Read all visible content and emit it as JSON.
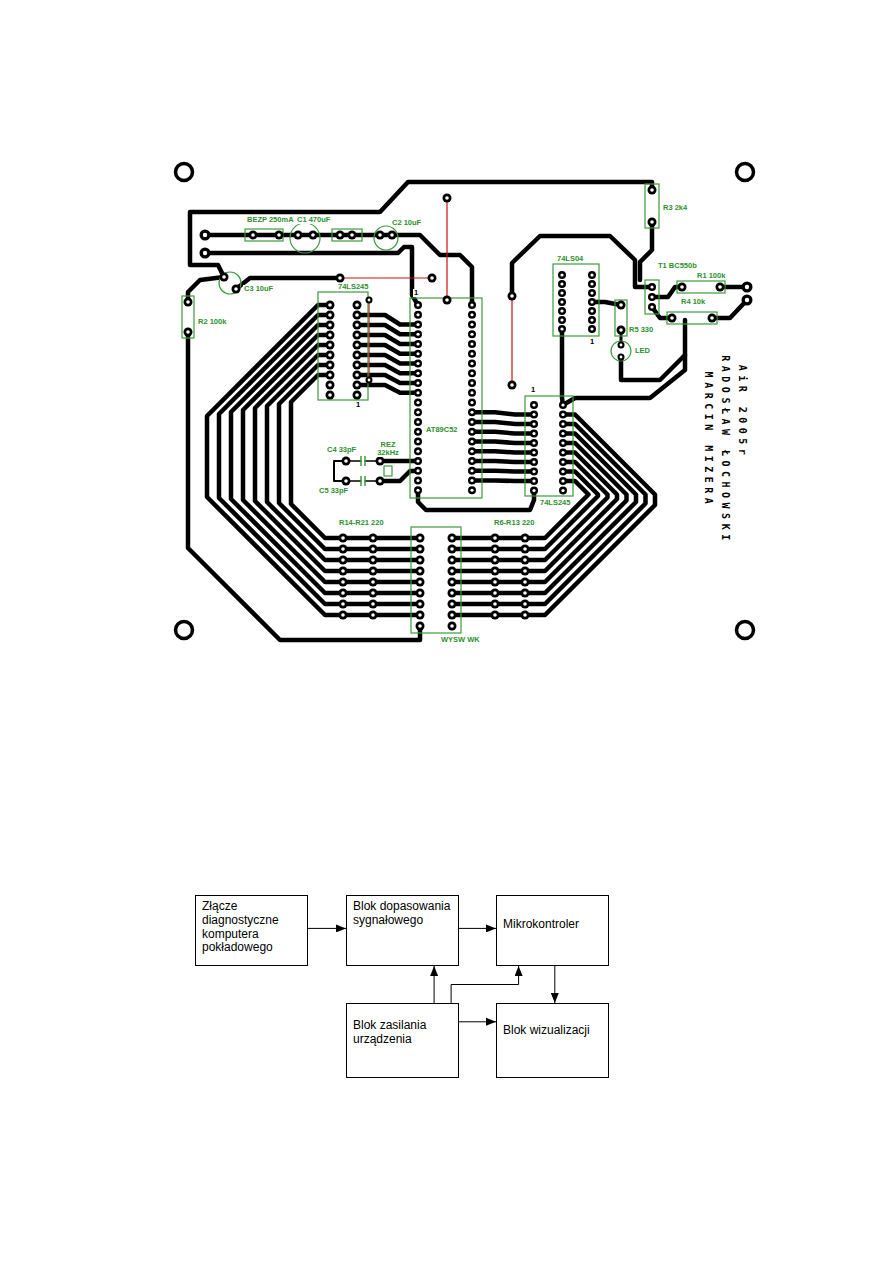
{
  "diagram": {
    "nodes": [
      {
        "text": [
          "Złącze diagnostyczne komputera pokładowego"
        ]
      },
      {
        "text": [
          "Blok dopasowania sygnałowego"
        ]
      },
      {
        "text": [
          "Mikrokontroler"
        ]
      },
      {
        "text": [
          "Blok zasilania urządzenia"
        ]
      },
      {
        "text": [
          "Blok wizualizacji"
        ]
      }
    ],
    "edges": [
      {
        "from": 0,
        "to": 1,
        "arrow": "to"
      },
      {
        "from": 1,
        "to": 2,
        "arrow": "to"
      },
      {
        "from": 2,
        "to": 4,
        "arrow": "to"
      },
      {
        "from": 3,
        "to": 1,
        "arrow": "to"
      },
      {
        "from": 3,
        "to": 4,
        "arrow": "to"
      },
      {
        "from": 3,
        "to": 2,
        "arrow": "to"
      }
    ],
    "labels": [
      "BEZP 250mA",
      "C1 470uF",
      "C2 10uF",
      "C3 10uF",
      "R2 100k",
      "74LS245",
      "1",
      "1",
      "AT89C52",
      "C4 33pF",
      "REZ 32kHz",
      "C5 33pF",
      "1",
      "74LS245",
      "74LS04",
      "1",
      "R3 2k4",
      "T1 BC550b",
      "R1 100k",
      "R4 10k",
      "R5 330",
      "LED",
      "R14-R21 220",
      "R6-R13 220",
      "WYSW WK",
      "MARCIN MIZERA",
      "RADOSŁAW ŁOCHOWSKI",
      "AiR 2005r"
    ]
  }
}
